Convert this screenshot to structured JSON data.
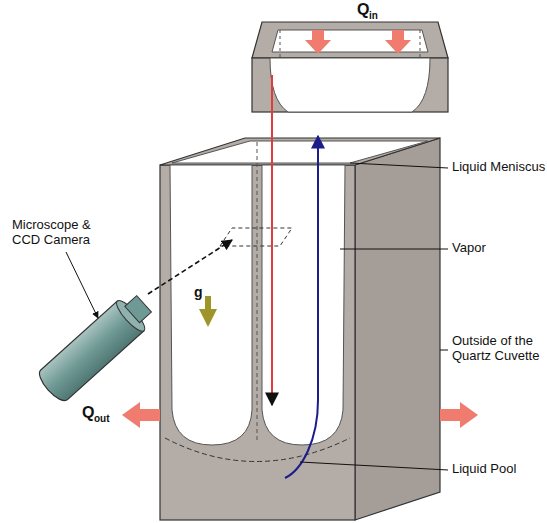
{
  "diagram": {
    "labels": [
      "Q",
      "in",
      "Liquid Meniscus",
      "Microscope & CCD Camera",
      "Vapor",
      "g",
      "Outside of the Quartz Cuvette",
      "Q",
      "out",
      "Liquid Pool"
    ]
  }
}
